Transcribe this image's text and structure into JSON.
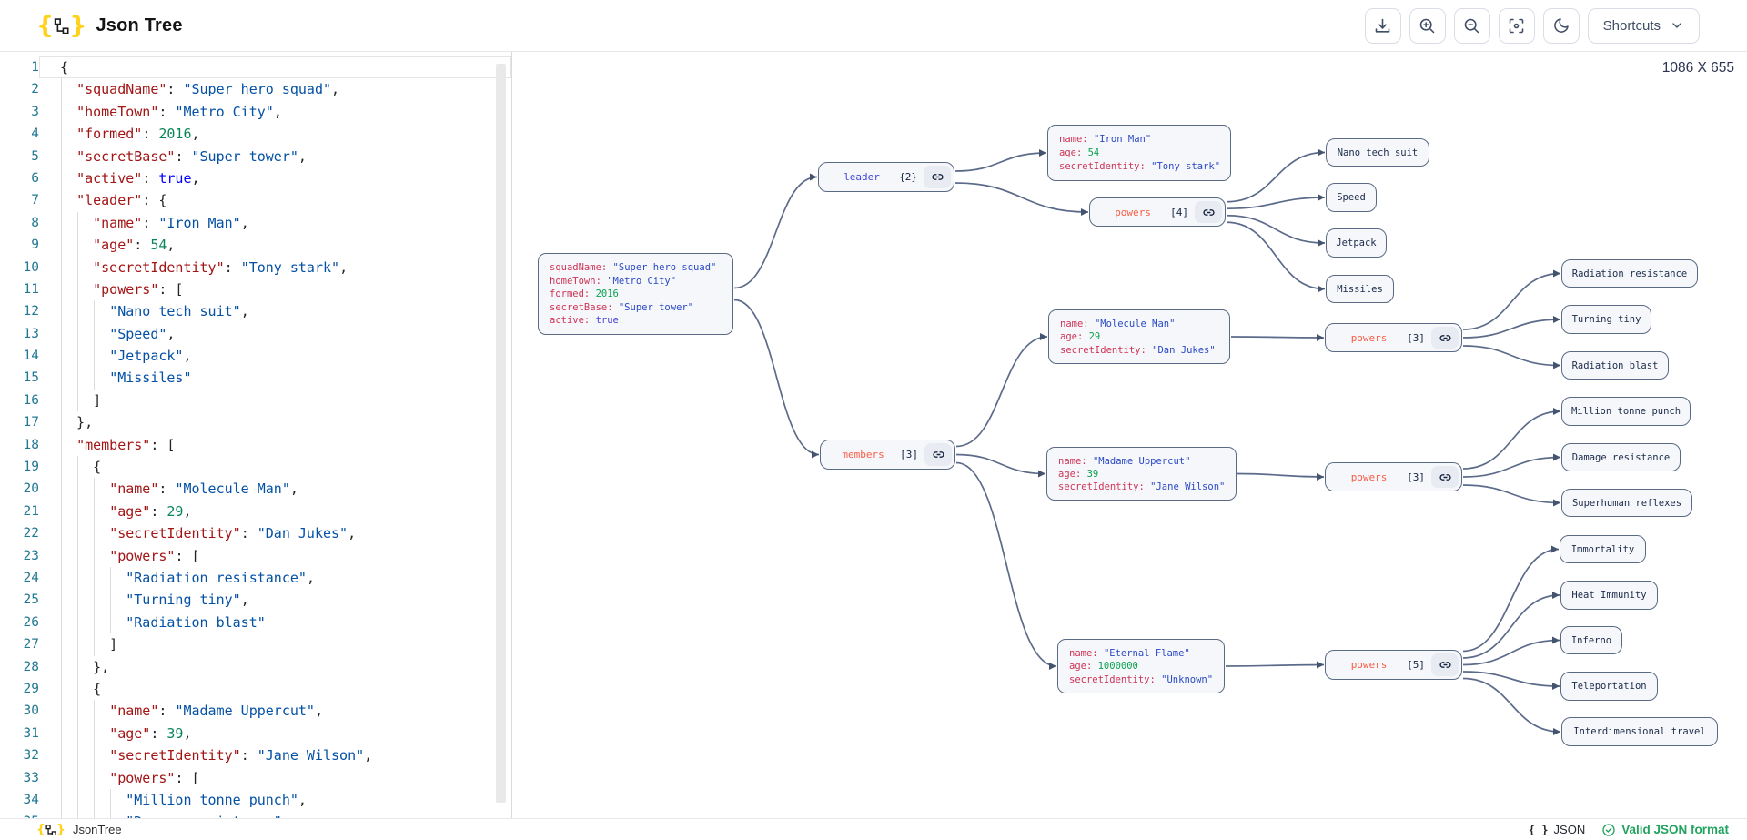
{
  "header": {
    "app_title": "Json Tree",
    "toolbar": [
      {
        "name": "download",
        "icon": "download-icon"
      },
      {
        "name": "zoom-in",
        "icon": "zoom-in-icon"
      },
      {
        "name": "zoom-out",
        "icon": "zoom-out-icon"
      },
      {
        "name": "focus-view",
        "icon": "focus-icon"
      },
      {
        "name": "dark-mode",
        "icon": "moon-icon"
      }
    ],
    "shortcuts_label": "Shortcuts"
  },
  "editor": {
    "active_line": 1,
    "lines": [
      "{",
      "  \"squadName\": \"Super hero squad\",",
      "  \"homeTown\": \"Metro City\",",
      "  \"formed\": 2016,",
      "  \"secretBase\": \"Super tower\",",
      "  \"active\": true,",
      "  \"leader\": {",
      "    \"name\": \"Iron Man\",",
      "    \"age\": 54,",
      "    \"secretIdentity\": \"Tony stark\",",
      "    \"powers\": [",
      "      \"Nano tech suit\",",
      "      \"Speed\",",
      "      \"Jetpack\",",
      "      \"Missiles\"",
      "    ]",
      "  },",
      "  \"members\": [",
      "    {",
      "      \"name\": \"Molecule Man\",",
      "      \"age\": 29,",
      "      \"secretIdentity\": \"Dan Jukes\",",
      "      \"powers\": [",
      "        \"Radiation resistance\",",
      "        \"Turning tiny\",",
      "        \"Radiation blast\"",
      "      ]",
      "    },",
      "    {",
      "      \"name\": \"Madame Uppercut\",",
      "      \"age\": 39,",
      "      \"secretIdentity\": \"Jane Wilson\",",
      "      \"powers\": [",
      "        \"Million tonne punch\",",
      "        \"Damage resistance\","
    ]
  },
  "canvas": {
    "size_label": "1086 X 655",
    "nodes": [
      {
        "id": "root",
        "kind": "props",
        "rows": [
          {
            "k": "squadName",
            "v": "Super hero squad",
            "t": "str"
          },
          {
            "k": "homeTown",
            "v": "Metro City",
            "t": "str"
          },
          {
            "k": "formed",
            "v": "2016",
            "t": "num"
          },
          {
            "k": "secretBase",
            "v": "Super tower",
            "t": "str"
          },
          {
            "k": "active",
            "v": "true",
            "t": "bool"
          }
        ]
      },
      {
        "id": "leader",
        "kind": "key",
        "label": "leader",
        "count": "{2}",
        "ktype": "object"
      },
      {
        "id": "leader_props",
        "kind": "props",
        "rows": [
          {
            "k": "name",
            "v": "Iron Man",
            "t": "str"
          },
          {
            "k": "age",
            "v": "54",
            "t": "num"
          },
          {
            "k": "secretIdentity",
            "v": "Tony stark",
            "t": "str"
          }
        ]
      },
      {
        "id": "leader_powers",
        "kind": "key",
        "label": "powers",
        "count": "[4]",
        "ktype": "array"
      },
      {
        "id": "lp_0",
        "kind": "leaf",
        "label": "Nano tech suit"
      },
      {
        "id": "lp_1",
        "kind": "leaf",
        "label": "Speed"
      },
      {
        "id": "lp_2",
        "kind": "leaf",
        "label": "Jetpack"
      },
      {
        "id": "lp_3",
        "kind": "leaf",
        "label": "Missiles"
      },
      {
        "id": "members",
        "kind": "key",
        "label": "members",
        "count": "[3]",
        "ktype": "array"
      },
      {
        "id": "m0_props",
        "kind": "props",
        "rows": [
          {
            "k": "name",
            "v": "Molecule Man",
            "t": "str"
          },
          {
            "k": "age",
            "v": "29",
            "t": "num"
          },
          {
            "k": "secretIdentity",
            "v": "Dan Jukes",
            "t": "str"
          }
        ]
      },
      {
        "id": "m0_powers",
        "kind": "key",
        "label": "powers",
        "count": "[3]",
        "ktype": "array"
      },
      {
        "id": "m0p_0",
        "kind": "leaf",
        "label": "Radiation resistance"
      },
      {
        "id": "m0p_1",
        "kind": "leaf",
        "label": "Turning tiny"
      },
      {
        "id": "m0p_2",
        "kind": "leaf",
        "label": "Radiation blast"
      },
      {
        "id": "m1_props",
        "kind": "props",
        "rows": [
          {
            "k": "name",
            "v": "Madame Uppercut",
            "t": "str"
          },
          {
            "k": "age",
            "v": "39",
            "t": "num"
          },
          {
            "k": "secretIdentity",
            "v": "Jane Wilson",
            "t": "str"
          }
        ]
      },
      {
        "id": "m1_powers",
        "kind": "key",
        "label": "powers",
        "count": "[3]",
        "ktype": "array"
      },
      {
        "id": "m1p_0",
        "kind": "leaf",
        "label": "Million tonne punch"
      },
      {
        "id": "m1p_1",
        "kind": "leaf",
        "label": "Damage resistance"
      },
      {
        "id": "m1p_2",
        "kind": "leaf",
        "label": "Superhuman reflexes"
      },
      {
        "id": "m2_props",
        "kind": "props",
        "rows": [
          {
            "k": "name",
            "v": "Eternal Flame",
            "t": "str"
          },
          {
            "k": "age",
            "v": "1000000",
            "t": "num"
          },
          {
            "k": "secretIdentity",
            "v": "Unknown",
            "t": "str"
          }
        ]
      },
      {
        "id": "m2_powers",
        "kind": "key",
        "label": "powers",
        "count": "[5]",
        "ktype": "array"
      },
      {
        "id": "m2p_0",
        "kind": "leaf",
        "label": "Immortality"
      },
      {
        "id": "m2p_1",
        "kind": "leaf",
        "label": "Heat Immunity"
      },
      {
        "id": "m2p_2",
        "kind": "leaf",
        "label": "Inferno"
      },
      {
        "id": "m2p_3",
        "kind": "leaf",
        "label": "Teleportation"
      },
      {
        "id": "m2p_4",
        "kind": "leaf",
        "label": "Interdimensional travel"
      }
    ],
    "edges": [
      [
        "root",
        "leader"
      ],
      [
        "root",
        "members"
      ],
      [
        "leader",
        "leader_props"
      ],
      [
        "leader",
        "leader_powers"
      ],
      [
        "leader_powers",
        "lp_0"
      ],
      [
        "leader_powers",
        "lp_1"
      ],
      [
        "leader_powers",
        "lp_2"
      ],
      [
        "leader_powers",
        "lp_3"
      ],
      [
        "members",
        "m0_props"
      ],
      [
        "members",
        "m1_props"
      ],
      [
        "members",
        "m2_props"
      ],
      [
        "m0_props",
        "m0_powers"
      ],
      [
        "m0_powers",
        "m0p_0"
      ],
      [
        "m0_powers",
        "m0p_1"
      ],
      [
        "m0_powers",
        "m0p_2"
      ],
      [
        "m1_props",
        "m1_powers"
      ],
      [
        "m1_powers",
        "m1p_0"
      ],
      [
        "m1_powers",
        "m1p_1"
      ],
      [
        "m1_powers",
        "m1p_2"
      ],
      [
        "m2_props",
        "m2_powers"
      ],
      [
        "m2_powers",
        "m2p_0"
      ],
      [
        "m2_powers",
        "m2p_1"
      ],
      [
        "m2_powers",
        "m2p_2"
      ],
      [
        "m2_powers",
        "m2p_3"
      ],
      [
        "m2_powers",
        "m2p_4"
      ]
    ]
  },
  "statusbar": {
    "brand": "JsonTree",
    "format_label": "JSON",
    "valid_label": "Valid JSON format"
  },
  "colors": {
    "brand_yellow": "#ffd21e",
    "valid_green": "#22a35f",
    "node_object_key": "#3f44d9",
    "node_array_key": "#fa5c47",
    "node_prop_key": "#cf3557",
    "node_string": "#2b49c6",
    "node_number": "#0ca24f",
    "node_boolean": "#4a3fd1",
    "edge": "#5c6b8a"
  }
}
